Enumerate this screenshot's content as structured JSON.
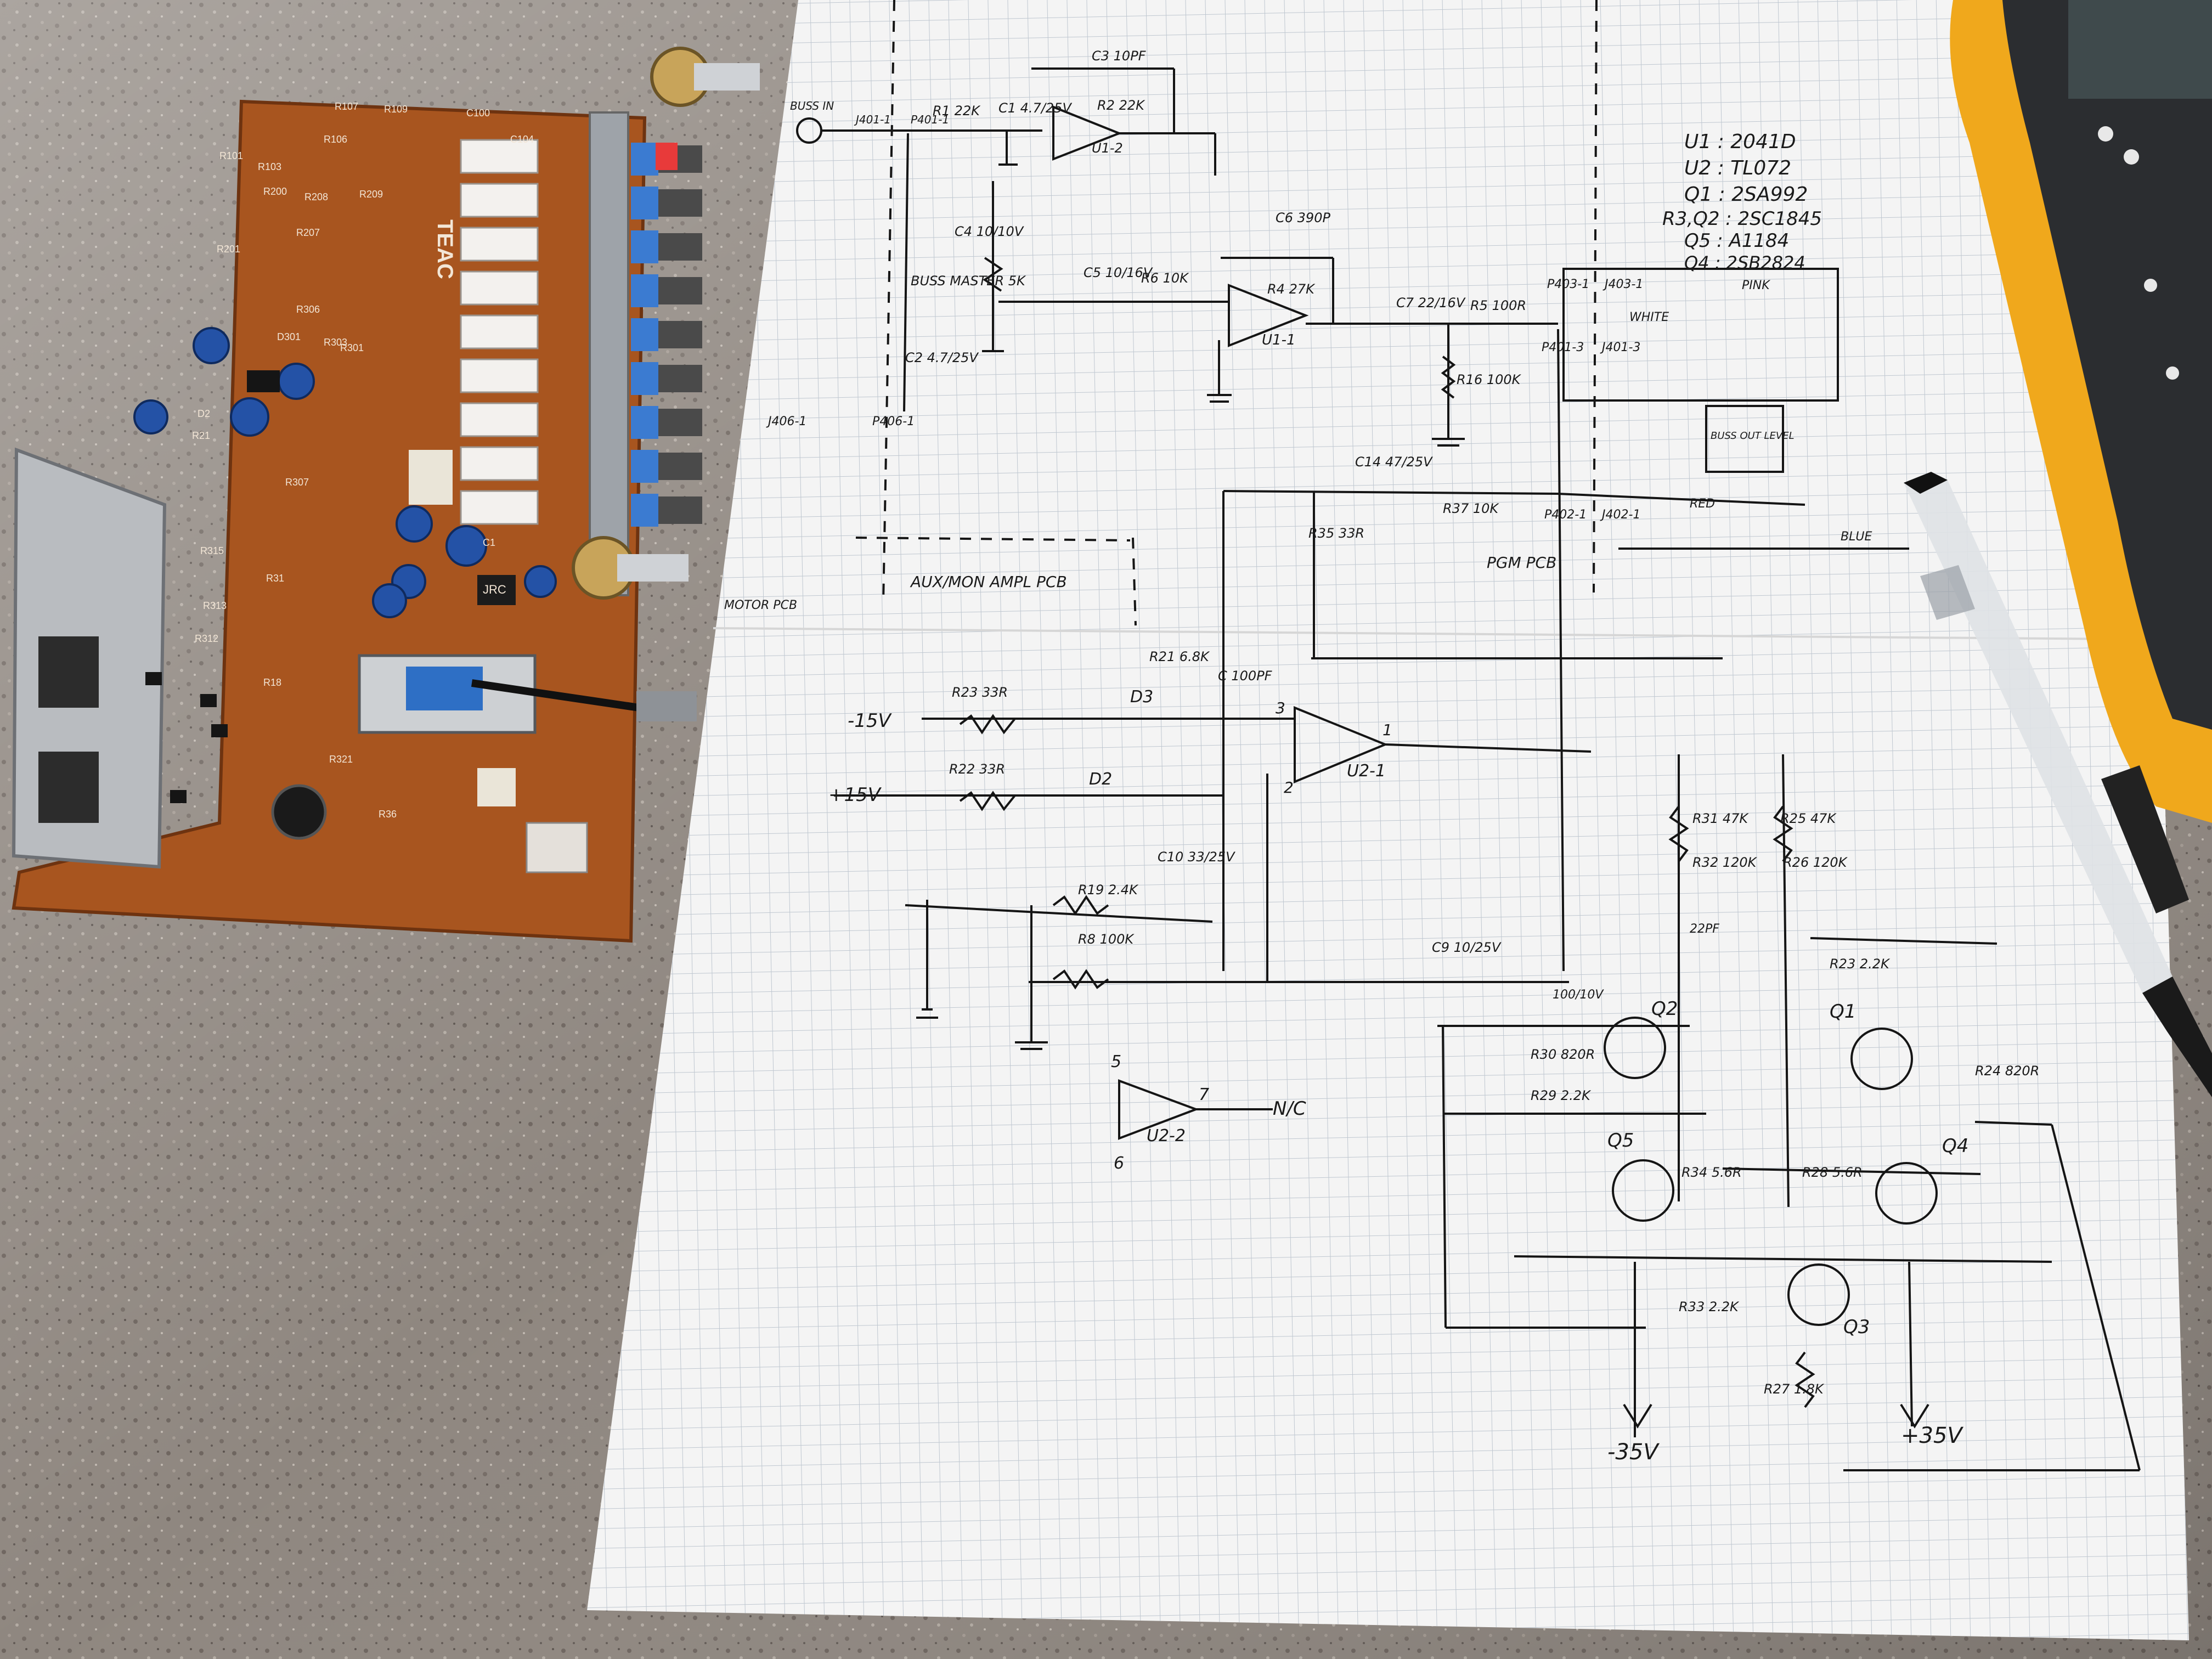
{
  "photo": {
    "colors": {
      "counter": "#8f8780",
      "pcb": "#a8551f",
      "paper": "#f4f4f4",
      "grid": "#b9c2cc",
      "ink": "#151515",
      "meter_yellow": "#f0a81c"
    }
  },
  "pcb": {
    "brand": "TEAC",
    "chip": "JRC",
    "labels": [
      "R107",
      "R109",
      "C100",
      "R101",
      "R106",
      "C104",
      "R103",
      "R200",
      "R208",
      "R209",
      "R201",
      "R207",
      "R306",
      "R301",
      "D301",
      "R303",
      "D2",
      "R21",
      "R315",
      "R307",
      "R313",
      "R312",
      "R31",
      "R18",
      "R321",
      "R36",
      "C1"
    ]
  },
  "schematic": {
    "ic_legend": [
      "U1 : 2041D",
      "U2 : TL072",
      "Q1 : 2SA992",
      "R3,Q2 : 2SC1845",
      "Q5 : A1184",
      "Q4 : 2SB2824"
    ],
    "connectors": [
      "BUSS IN",
      "J401-1",
      "P401-1",
      "J406-1",
      "P406-1",
      "P403-1",
      "J403-1",
      "P401-3",
      "J401-3",
      "P402-1",
      "J402-1",
      "MOTOR PCB",
      "AUX/MON AMPL PCB",
      "PGM PCB"
    ],
    "wire_colors": [
      "WHITE",
      "PINK",
      "RED",
      "BLUE",
      "BUSS OUT LEVEL"
    ],
    "components": [
      {
        "ref": "C3",
        "value": "10PF"
      },
      {
        "ref": "R2",
        "value": "22K"
      },
      {
        "ref": "R1",
        "value": "22K"
      },
      {
        "ref": "C1",
        "value": "4.7/25V"
      },
      {
        "ref": "C4",
        "value": "10/10V"
      },
      {
        "ref": "BUSS MASTER",
        "value": "5K"
      },
      {
        "ref": "C2",
        "value": "4.7/25V"
      },
      {
        "ref": "C5",
        "value": "10/16V"
      },
      {
        "ref": "R6",
        "value": "10K"
      },
      {
        "ref": "C6",
        "value": "390P"
      },
      {
        "ref": "R4",
        "value": "27K"
      },
      {
        "ref": "C7",
        "value": "22/16V"
      },
      {
        "ref": "R5",
        "value": "100R"
      },
      {
        "ref": "R16",
        "value": "100K"
      },
      {
        "ref": "C14",
        "value": "47/25V"
      },
      {
        "ref": "R35",
        "value": "33R"
      },
      {
        "ref": "R37",
        "value": "10K"
      },
      {
        "ref": "R21",
        "value": "6.8K"
      },
      {
        "ref": "C",
        "value": "100PF"
      },
      {
        "ref": "R23",
        "value": "33R"
      },
      {
        "ref": "R22",
        "value": "33R"
      },
      {
        "ref": "C10",
        "value": "33/25V"
      },
      {
        "ref": "R19",
        "value": "2.4K"
      },
      {
        "ref": "R8",
        "value": "100K"
      },
      {
        "ref": "C9",
        "value": "10/25V"
      },
      {
        "ref": "R31",
        "value": "47K"
      },
      {
        "ref": "R25",
        "value": "47K"
      },
      {
        "ref": "R32",
        "value": "120K"
      },
      {
        "ref": "R26",
        "value": "120K"
      },
      {
        "ref": "R30",
        "value": "820R"
      },
      {
        "ref": "R24",
        "value": "820R"
      },
      {
        "ref": "R29",
        "value": "2.2K"
      },
      {
        "ref": "R34",
        "value": "5.6R"
      },
      {
        "ref": "R28",
        "value": "5.6R"
      },
      {
        "ref": "R33",
        "value": "2.2K"
      },
      {
        "ref": "R27",
        "value": "1.8K"
      },
      {
        "ref": "R23b",
        "value": "2.2K"
      }
    ],
    "texts": {
      "rail_neg15": "-15V",
      "rail_pos15": "+15V",
      "rail_neg35": "-35V",
      "rail_pos35": "+35V",
      "u2_1": "U2-1",
      "u2_2": "U2-2",
      "u1_1": "U1-1",
      "u1_2": "U1-2",
      "nc": "N/C",
      "d2": "D2",
      "d3": "D3",
      "q1": "Q1",
      "q2": "Q2",
      "q3": "Q3",
      "q4": "Q4",
      "q5": "Q5",
      "cap_100_10v": "100/10V",
      "cap_22pf": "22PF",
      "pin_5": "5",
      "pin_6": "6",
      "pin_7": "7",
      "pin_3": "3",
      "pin_2": "2",
      "pin_1": "1"
    }
  }
}
